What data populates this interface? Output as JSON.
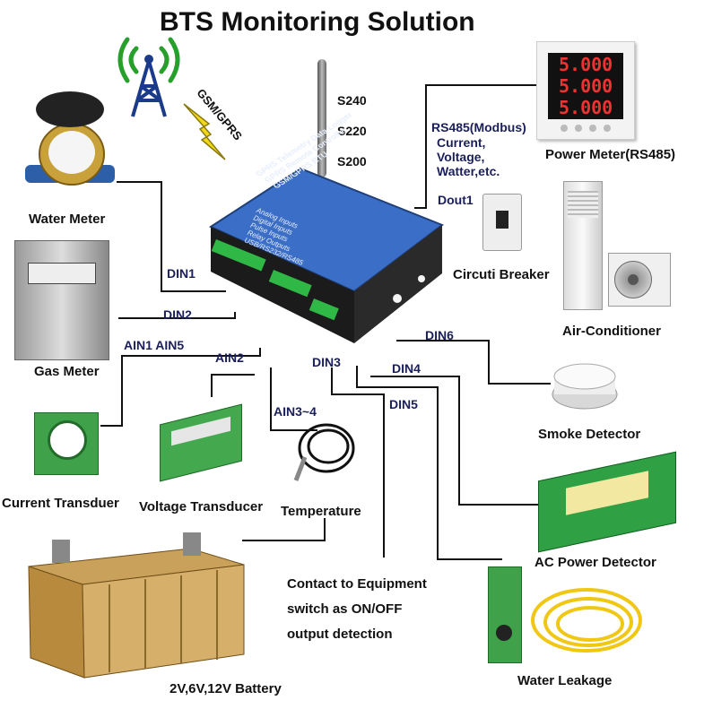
{
  "title": "BTS Monitoring Solution",
  "network": {
    "label": "GSM/GPRS"
  },
  "models": [
    "S240",
    "S220",
    "S200"
  ],
  "device": {
    "lines": [
      "GPRS Telemetry Data Logger",
      "GPRS Remote Controller",
      "GSM/GPRS RTU"
    ],
    "features": [
      "Analog Inputs",
      "Digital Inputs",
      "Pulse Inputs",
      "Relay Outputs",
      "USB/RS232/RS485"
    ]
  },
  "rs485": {
    "title": "RS485(Modbus)",
    "lines": [
      "Current,",
      "Voltage,",
      "Watter,etc."
    ]
  },
  "power_meter": {
    "label": "Power Meter(RS485)",
    "display": [
      "5.000",
      "5.000",
      "5.000"
    ]
  },
  "dout": "Dout1",
  "breaker": {
    "label": "Circuti Breaker"
  },
  "ac": {
    "label": "Air-Conditioner"
  },
  "water_meter": {
    "label": "Water Meter"
  },
  "gas_meter": {
    "label": "Gas Meter"
  },
  "ports": {
    "din1": "DIN1",
    "din2": "DIN2",
    "ain15": "AIN1 AIN5",
    "ain2": "AIN2",
    "ain34": "AIN3~4",
    "din3": "DIN3",
    "din4": "DIN4",
    "din5": "DIN5",
    "din6": "DIN6"
  },
  "smoke": {
    "label": "Smoke Detector"
  },
  "current_transducer": {
    "label": "Current Transduer"
  },
  "voltage_transducer": {
    "label": "Voltage Transducer"
  },
  "temperature": {
    "label": "Temperature"
  },
  "ac_power": {
    "label": "AC Power Detector"
  },
  "contact_lines": [
    "Contact to Equipment",
    "switch as ON/OFF",
    "output detection"
  ],
  "battery": {
    "label": "2V,6V,12V Battery"
  },
  "water_leakage": {
    "label": "Water Leakage"
  }
}
